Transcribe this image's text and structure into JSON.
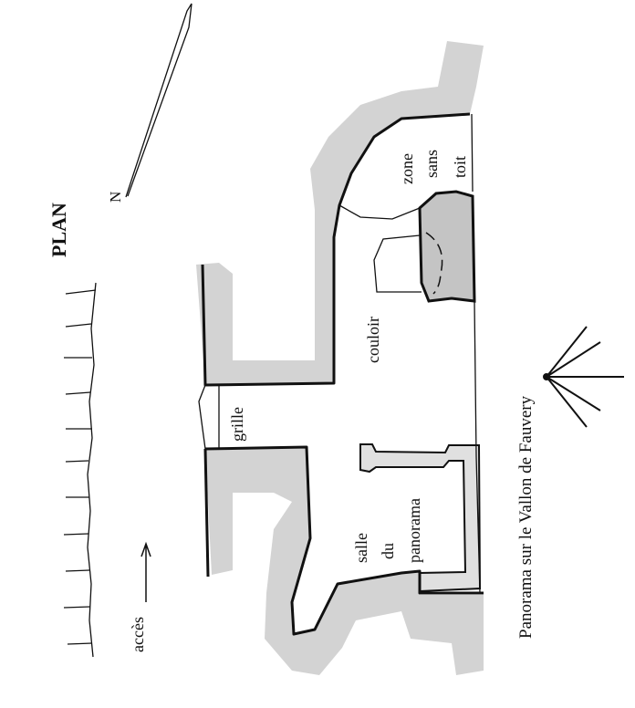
{
  "title": "PLAN",
  "north_label": "N",
  "labels": {
    "zone": [
      "zone",
      "sans",
      "toit"
    ],
    "couloir": "couloir",
    "grille": "grille",
    "salle": [
      "salle",
      "du",
      "panorama"
    ],
    "acces": "accès",
    "panorama": "Panorama sur le Vallon de Fauvery"
  },
  "colors": {
    "rock": "#d3d3d3",
    "dark_rock": "#c4c4c4",
    "line": "#111111"
  }
}
